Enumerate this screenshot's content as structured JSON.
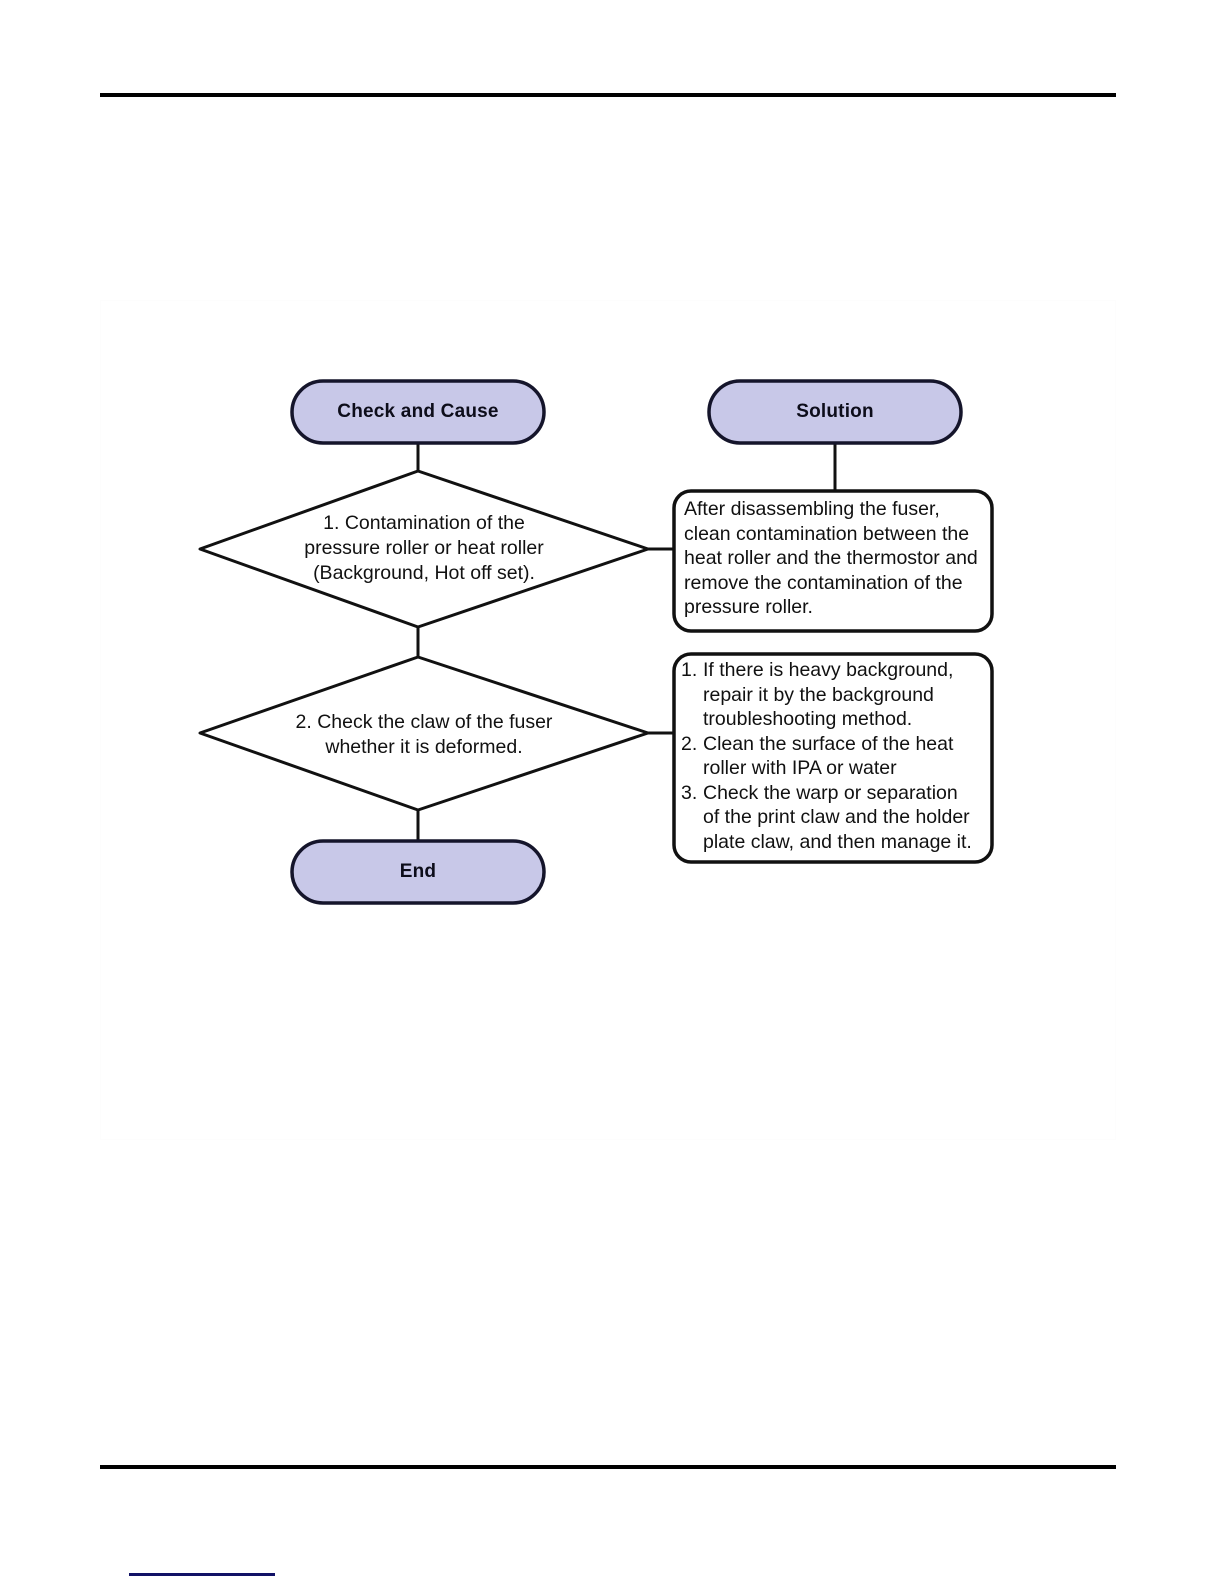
{
  "page": {
    "header_rule": "",
    "footer_rule": "",
    "footer_link_underline": ""
  },
  "colors": {
    "terminator_fill": "#c8c8e8",
    "terminator_stroke": "#15152b",
    "shape_stroke": "#111111",
    "connector": "#111111",
    "page_rule": "#000000",
    "footer_link": "#111166",
    "text": "#111111"
  },
  "diagram": {
    "columns": {
      "check_header": "Check and Cause",
      "solution_header": "Solution"
    },
    "terminators": [
      {
        "id": "check-and-cause",
        "label": "Check and Cause"
      },
      {
        "id": "solution",
        "label": "Solution"
      },
      {
        "id": "end",
        "label": "End"
      }
    ],
    "decisions": [
      {
        "id": "decision-1",
        "label": "1. Contamination of the\npressure roller or heat roller\n(Background, Hot off set)."
      },
      {
        "id": "decision-2",
        "label": "2. Check the claw of the fuser\nwhether it is deformed."
      }
    ],
    "solution_boxes": [
      {
        "id": "solution-1",
        "type": "paragraph",
        "text": "After disassembling the fuser,\nclean contamination between the\nheat roller and the thermostor and\nremove the contamination of the\npressure roller."
      },
      {
        "id": "solution-2",
        "type": "ordered-list",
        "items": [
          {
            "num": "1.",
            "text": "If there is heavy background,\nrepair it by the background\ntroubleshooting method."
          },
          {
            "num": "2.",
            "text": "Clean the surface of the heat\nroller with IPA or water"
          },
          {
            "num": "3.",
            "text": "Check the warp or separation\nof the print claw and the holder\nplate claw, and then manage it."
          }
        ]
      }
    ]
  }
}
